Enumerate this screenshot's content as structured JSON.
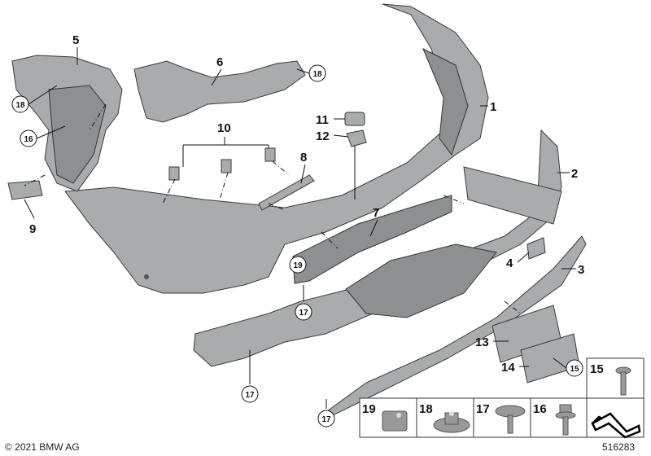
{
  "labels": {
    "p1": "1",
    "p2": "2",
    "p3": "3",
    "p4": "4",
    "p5": "5",
    "p6": "6",
    "p7": "7",
    "p8": "8",
    "p9": "9",
    "p10": "10",
    "p11": "11",
    "p12": "12",
    "p13": "13",
    "p14": "14"
  },
  "circled": {
    "c18a": "18",
    "c18b": "18",
    "c16": "16",
    "c19": "19",
    "c17a": "17",
    "c17b": "17",
    "c17c": "17",
    "c15": "15"
  },
  "legend": {
    "items": [
      {
        "num": "15",
        "icon": "screw-icon"
      },
      {
        "num": "19",
        "icon": "clip-nut-icon"
      },
      {
        "num": "18",
        "icon": "flange-nut-icon"
      },
      {
        "num": "17",
        "icon": "washer-screw-icon"
      },
      {
        "num": "16",
        "icon": "hex-bolt-icon"
      }
    ],
    "direction_icon": "direction-arrow-icon"
  },
  "footer": {
    "copyright": "© 2021 BMW AG",
    "diagram_id": "516283"
  },
  "colors": {
    "part": "#a9abad",
    "outline": "#3a3a3a"
  }
}
